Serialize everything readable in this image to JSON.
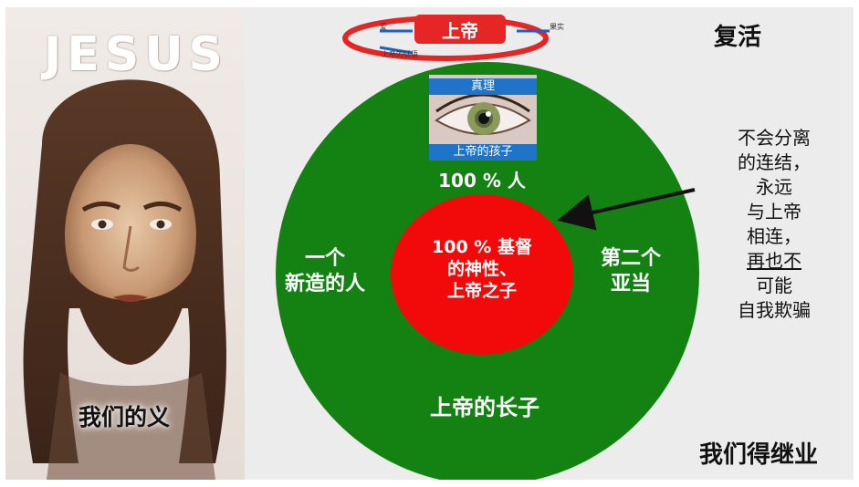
{
  "slide": {
    "logo_text": "JESUS",
    "portrait_caption": "我们的义",
    "top_heading": "复活",
    "bottom_heading": "我们得继业"
  },
  "halo": {
    "center_label": "上帝",
    "left_arrow_label": "爱",
    "right_arrow_label": "果实",
    "bottom_arrow_label": "上帝的话语"
  },
  "eye_image": {
    "top_label": "真理",
    "bottom_label": "上帝的孩子"
  },
  "circle": {
    "top_label": "100 % 人",
    "left_label_line1": "一个",
    "left_label_line2": "新造的人",
    "right_label_line1": "第二个",
    "right_label_line2": "亚当",
    "bottom_label": "上帝的长子",
    "inner_line1": "100 % 基督",
    "inner_line2": "的神性、",
    "inner_line3": "上帝之子"
  },
  "side_note": {
    "line1": "不会分离",
    "line2": "的连结，",
    "line3": "永远",
    "line4": "与上帝",
    "line5": "相连，",
    "line6_underlined": "再也不",
    "line7": "可能",
    "line8": "自我欺骗"
  },
  "colors": {
    "outer_circle": "#138213",
    "inner_circle": "#f20a0a",
    "halo_ring": "#e62525",
    "eye_bar": "#1f73c8"
  }
}
